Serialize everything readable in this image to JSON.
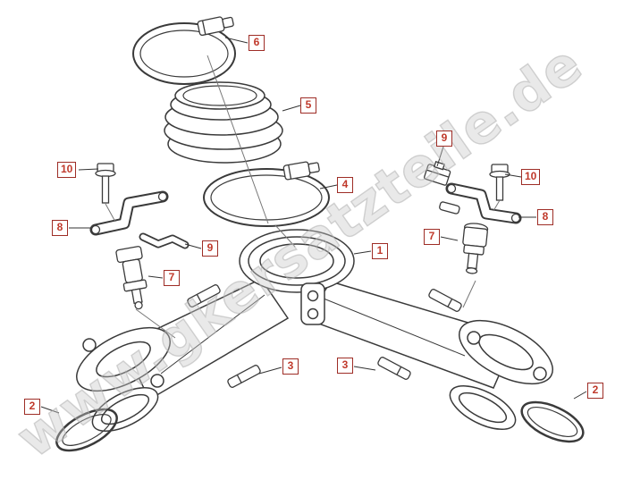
{
  "diagram": {
    "subject": "intake-manifold-exploded-view",
    "watermark": "www.gkersatzteile.de",
    "colors": {
      "callout_border": "#9e2d26",
      "callout_text": "#c0392b",
      "line_art": "#3a3a3a",
      "watermark": "#c9c9c9",
      "background": "#ffffff"
    },
    "callouts": [
      {
        "label": "6",
        "part": "hose-clamp-upper"
      },
      {
        "label": "5",
        "part": "rubber-intake-boot"
      },
      {
        "label": "4",
        "part": "hose-clamp-lower"
      },
      {
        "label": "9",
        "part": "retaining-clip-right"
      },
      {
        "label": "10",
        "part": "flange-bolt-left"
      },
      {
        "label": "10",
        "part": "flange-bolt-right"
      },
      {
        "label": "8",
        "part": "bracket-left"
      },
      {
        "label": "8",
        "part": "bracket-right"
      },
      {
        "label": "9",
        "part": "retaining-clip-left"
      },
      {
        "label": "7",
        "part": "fuel-injector-left"
      },
      {
        "label": "7",
        "part": "fuel-injector-right"
      },
      {
        "label": "1",
        "part": "intake-manifold-body"
      },
      {
        "label": "3",
        "part": "stud-bolt-left"
      },
      {
        "label": "3",
        "part": "stud-bolt-right"
      },
      {
        "label": "2",
        "part": "o-ring-seal-left"
      },
      {
        "label": "2",
        "part": "o-ring-seal-right"
      }
    ]
  }
}
